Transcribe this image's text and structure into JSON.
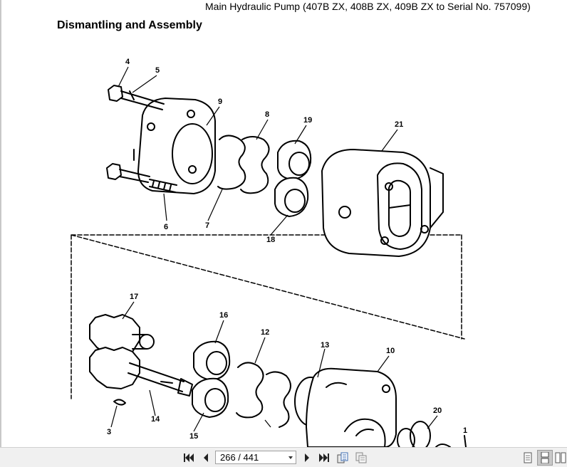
{
  "document": {
    "header_title": "Main Hydraulic Pump (407B ZX, 408B ZX, 409B ZX to Serial No. 757099)",
    "section_title": "Dismantling and Assembly",
    "part_callouts": [
      "4",
      "5",
      "9",
      "8",
      "19",
      "21",
      "6",
      "7",
      "18",
      "17",
      "16",
      "12",
      "13",
      "10",
      "14",
      "3",
      "15",
      "20",
      "1"
    ]
  },
  "toolbar": {
    "page_indicator": "266 / 441",
    "icons": [
      "first-page-icon",
      "prev-page-icon",
      "next-page-icon",
      "last-page-icon",
      "rotate-icon",
      "copy-icon",
      "single-page-icon",
      "continuous-page-icon",
      "facing-pages-icon"
    ]
  }
}
